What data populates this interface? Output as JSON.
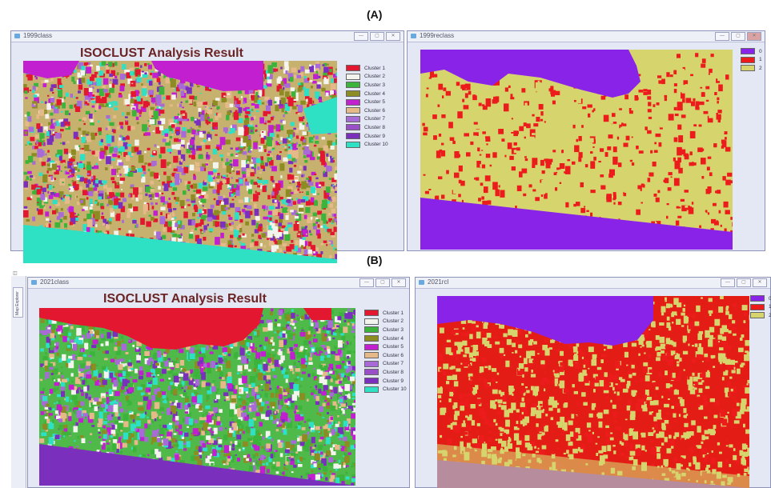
{
  "page": {
    "label_a": "(A)",
    "label_b": "(B)",
    "side_tab": "Map Explorer"
  },
  "colors": {
    "cluster_red": "#e3172f",
    "cluster_white": "#f4f4ee",
    "cluster_green": "#3cb33a",
    "cluster_olive": "#8c8c23",
    "cluster_magenta": "#c11fd0",
    "cluster_tan": "#e6b989",
    "cluster_violet": "#a86ad6",
    "cluster_purple": "#7b2fbd",
    "cluster_cyan": "#2ee0c4",
    "class_purple": "#8a23e8",
    "class_red": "#ec1c1c",
    "class_yellow": "#d6d46c"
  },
  "panels": [
    {
      "id": "A-left",
      "window_title": "1999class",
      "chart_title": "ISOCLUST Analysis Result",
      "legend": [
        "Cluster 1",
        "Cluster 2",
        "Cluster 3",
        "Cluster 4",
        "Cluster 5",
        "Cluster 6",
        "Cluster 7",
        "Cluster 8",
        "Cluster 9",
        "Cluster 10"
      ]
    },
    {
      "id": "A-right",
      "window_title": "1999reclass",
      "legend": [
        "0",
        "1",
        "2"
      ]
    },
    {
      "id": "B-left",
      "window_title": "2021class",
      "chart_title": "ISOCLUST Analysis Result",
      "legend": [
        "Cluster 1",
        "Cluster 2",
        "Cluster 3",
        "Cluster 4",
        "Cluster 5",
        "Cluster 6",
        "Cluster 7",
        "Cluster 8",
        "Cluster 9",
        "Cluster 10"
      ]
    },
    {
      "id": "B-right",
      "window_title": "2021rcl",
      "legend": [
        "0",
        "1",
        "2"
      ]
    }
  ]
}
